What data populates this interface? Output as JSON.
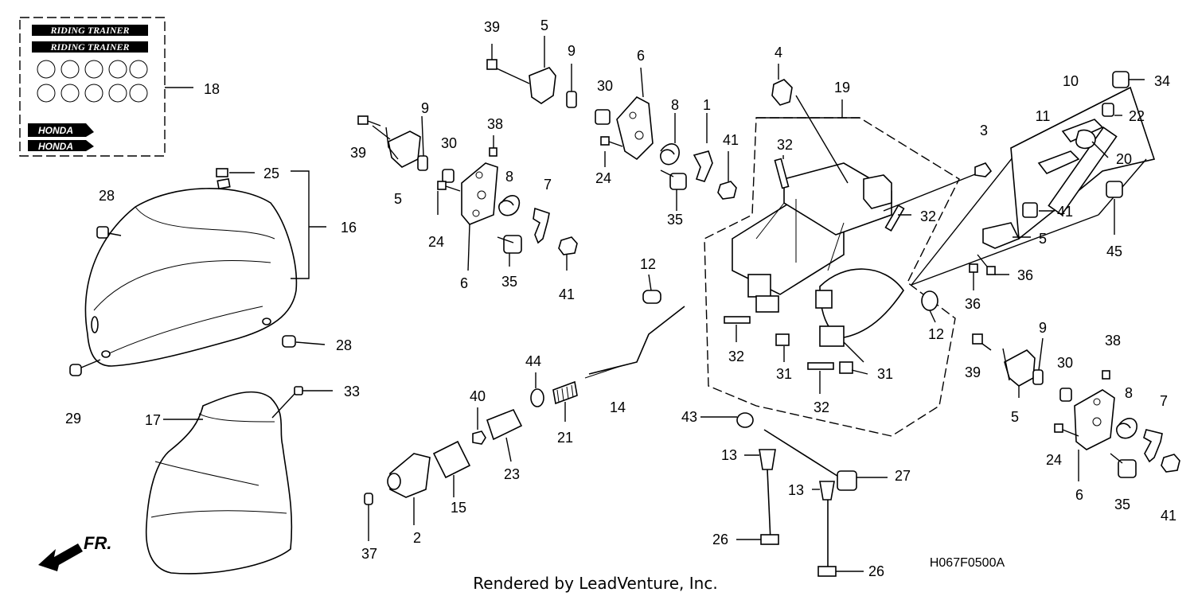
{
  "diagram": {
    "footer_credit": "Rendered by LeadVenture, Inc.",
    "figure_code": "H067F0500A",
    "direction_marker": "FR.",
    "decal_sheet": {
      "trainer_text": "RIDING TRAINER",
      "brand_text": "HONDA"
    },
    "callouts": [
      "39",
      "5",
      "9",
      "30",
      "6",
      "8",
      "1",
      "41",
      "4",
      "19",
      "3",
      "10",
      "34",
      "22",
      "20",
      "11",
      "45",
      "18",
      "25",
      "16",
      "28",
      "28",
      "29",
      "33",
      "17",
      "9",
      "30",
      "38",
      "8",
      "7",
      "39",
      "5",
      "24",
      "6",
      "35",
      "41",
      "24",
      "35",
      "32",
      "32",
      "32",
      "32",
      "41",
      "5",
      "36",
      "36",
      "12",
      "12",
      "9",
      "38",
      "30",
      "8",
      "7",
      "39",
      "5",
      "24",
      "6",
      "35",
      "41",
      "31",
      "31",
      "44",
      "14",
      "21",
      "40",
      "23",
      "2",
      "15",
      "37",
      "43",
      "13",
      "13",
      "26",
      "26",
      "27"
    ]
  }
}
